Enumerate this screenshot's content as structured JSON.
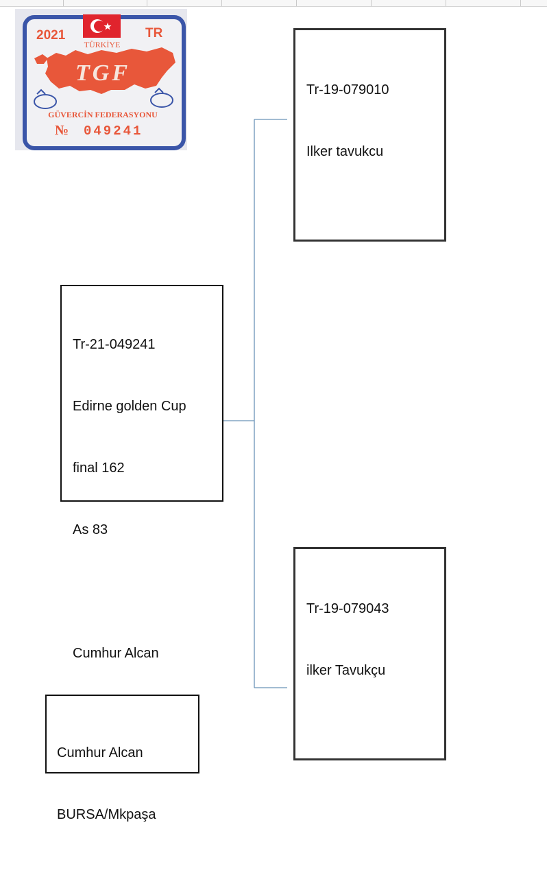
{
  "ring_sticker": {
    "year": "2021",
    "country_code": "TR",
    "country": "TÜRKİYE",
    "logo_text": "TGF",
    "federation": "GÜVERCİN FEDERASYONU",
    "number_prefix": "№",
    "number": "049241",
    "colors": {
      "border": "#3a55a8",
      "map": "#e8573a",
      "flag": "#e0242d"
    }
  },
  "pedigree": {
    "subject": {
      "lines": [
        "Tr-21-049241",
        "Edirne golden Cup",
        "final 162",
        "As 83",
        "",
        "Cumhur Alcan"
      ]
    },
    "sire": {
      "lines": [
        "Tr-19-079010",
        "Ilker tavukcu"
      ]
    },
    "dam": {
      "lines": [
        "Tr-19-079043",
        "ilker Tavukçu"
      ]
    },
    "owner": {
      "lines": [
        "Cumhur Alcan",
        "BURSA/Mkpaşa"
      ]
    }
  },
  "connector_color": "#6b93b8"
}
